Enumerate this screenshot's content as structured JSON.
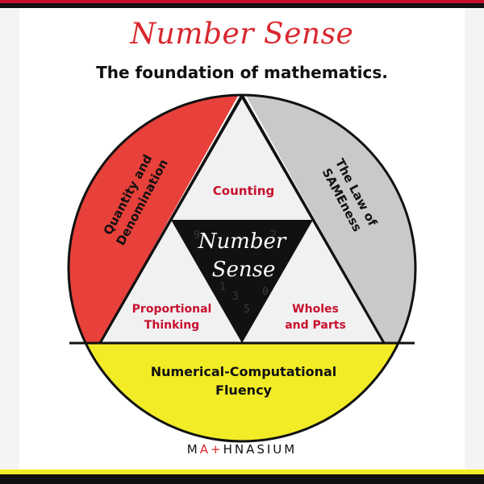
{
  "header": {
    "title": "Number Sense",
    "subtitle": "The foundation of mathematics."
  },
  "diagram": {
    "center_line1": "Number",
    "center_line2": "Sense",
    "top_label": "Counting",
    "left_label_line1": "Proportional",
    "left_label_line2": "Thinking",
    "right_label_line1": "Wholes",
    "right_label_line2": "and Parts",
    "left_segment_line1": "Quantity and",
    "left_segment_line2": "Denomination",
    "right_segment_line1": "The Law of",
    "right_segment_line2": "SAMEness",
    "bottom_segment_line1": "Numerical-Computational",
    "bottom_segment_line2": "Fluency"
  },
  "brand": {
    "pre": "M",
    "mark": "A+",
    "post": "HNASIUM"
  },
  "colors": {
    "red": "#e8403a",
    "gray": "#c9c9c9",
    "yellow": "#f2ec27",
    "black": "#111111",
    "title_red": "#d9272e",
    "label_red": "#c8102e"
  }
}
